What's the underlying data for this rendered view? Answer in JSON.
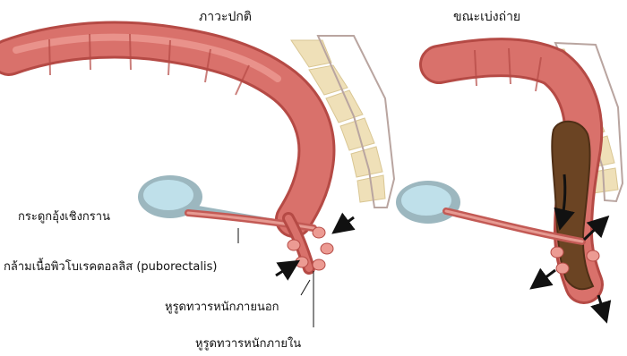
{
  "titles": {
    "normal": "ภาวะปกติ",
    "defecation": "ขณะเบ่งถ่าย"
  },
  "labels": {
    "pelvic_bone": "กระดูกอุ้งเชิงกราน",
    "puborectalis": "กล้ามเนื้อพิวโบเรคตอลลิส (puborectalis)",
    "external_sphincter": "หูรูดทวารหนักภายนอก",
    "internal_sphincter": "หูรูดทวารหนักภายใน"
  },
  "colors": {
    "intestine": "#d9716b",
    "intestine_light": "#ec9b93",
    "intestine_dark": "#b54a45",
    "bladder": "#bfe0ea",
    "bladder_rim": "#9cb7bf",
    "bone": "#efe0b8",
    "bone_shade": "#d9c693",
    "stool": "#6b4423",
    "arrow": "#111111"
  }
}
